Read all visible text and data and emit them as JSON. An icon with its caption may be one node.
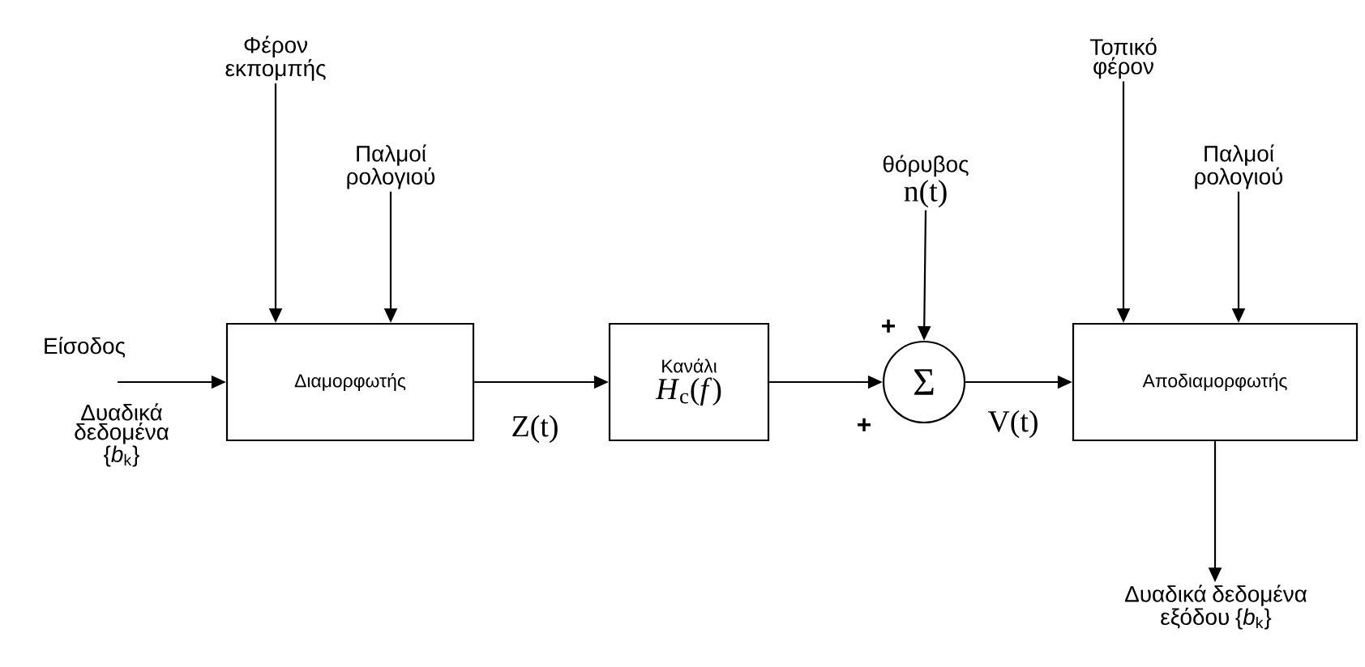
{
  "diagram": {
    "nodes": [
      {
        "text": [
          "Διαμορφωτής"
        ]
      },
      {
        "text": [
          "Κανάλι",
          "*H*$_{c}$(*f*)"
        ]
      },
      {
        "text": [
          "Σ"
        ]
      },
      {
        "text": [
          "Αποδιαμορφωτής"
        ]
      },
      {
        "text": [
          "Φέρον εκπομπής"
        ]
      },
      {
        "text": [
          "Παλμοί ρολογιού"
        ]
      },
      {
        "text": [
          "θόρυβος",
          "n(t)"
        ]
      },
      {
        "text": [
          "Τοπικό φέρον"
        ]
      },
      {
        "text": [
          "Παλμοί ρολογιού"
        ]
      },
      {
        "text": [
          "Είσοδος",
          "Δυαδικά δεδομένα {*b*$_{k}$}"
        ]
      },
      {
        "text": [
          "Δυαδικά δεδομένα εξόδου {*b*$_{k}$}"
        ]
      }
    ],
    "edges": [
      {
        "from": 9,
        "to": 0,
        "arrow": "to"
      },
      {
        "from": 4,
        "to": 0,
        "arrow": "to"
      },
      {
        "from": 5,
        "to": 0,
        "arrow": "to"
      },
      {
        "from": 0,
        "to": 1,
        "arrow": "to",
        "label": "Z(t)"
      },
      {
        "from": 1,
        "to": 2,
        "arrow": "to"
      },
      {
        "from": 6,
        "to": 2,
        "arrow": "to"
      },
      {
        "from": 2,
        "to": 3,
        "arrow": "to",
        "label": "V(t)"
      },
      {
        "from": 7,
        "to": 3,
        "arrow": "to"
      },
      {
        "from": 8,
        "to": 3,
        "arrow": "to"
      },
      {
        "from": 3,
        "to": 10,
        "arrow": "to"
      }
    ],
    "labels": [
      "+",
      "+"
    ]
  }
}
